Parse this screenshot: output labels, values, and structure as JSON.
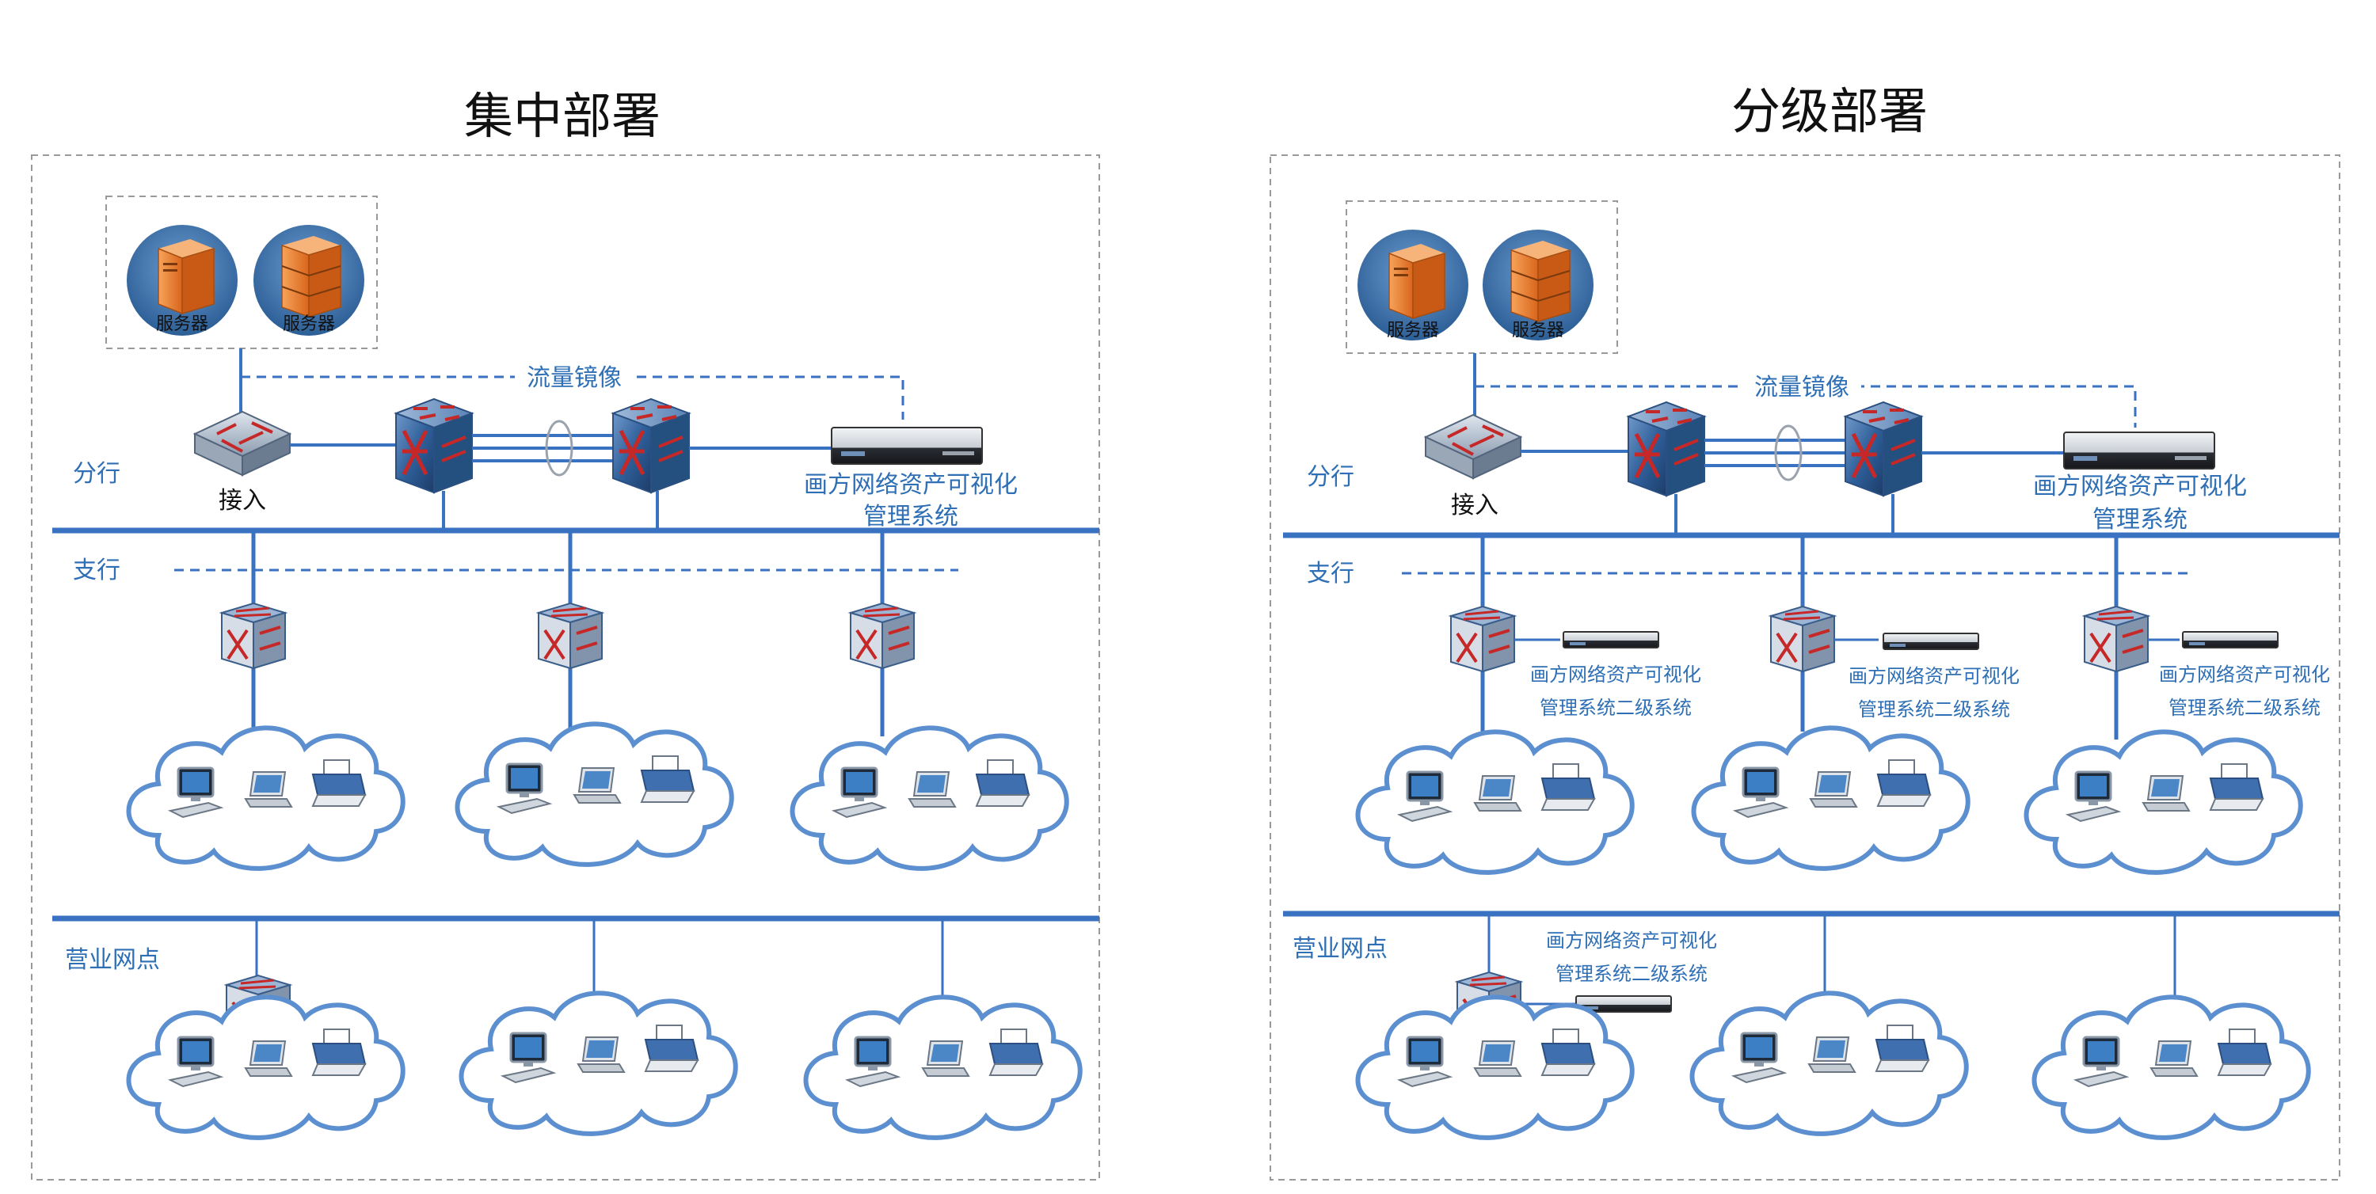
{
  "panels": [
    {
      "title": "集中部署",
      "server_label": "服务器",
      "mirror_label": "流量镜像",
      "access_label": "接入",
      "system_label_lines": [
        "画方网络资产可视化",
        "管理系统"
      ],
      "tier_labels": [
        "分行",
        "支行",
        "营业网点"
      ]
    },
    {
      "title": "分级部署",
      "server_label": "服务器",
      "mirror_label": "流量镜像",
      "access_label": "接入",
      "system_label_lines": [
        "画方网络资产可视化",
        "管理系统"
      ],
      "secondary_label_lines": [
        "画方网络资产可视化",
        "管理系统二级系统"
      ],
      "tier_labels": [
        "分行",
        "支行",
        "营业网点"
      ]
    }
  ],
  "colors": {
    "line": "#3a72c2",
    "dash_border": "#9a9a9a",
    "cloud_stroke": "#5b8fd0",
    "server_orange": "#e8792a",
    "server_circle": "#3d6fa8",
    "switch_blue": "#2c5f9e",
    "arrow_red": "#c62828"
  },
  "icons": [
    "server-icon",
    "router-icon",
    "core-switch-icon",
    "appliance-icon",
    "cloud-icon",
    "desktop-icon",
    "laptop-icon",
    "printer-icon"
  ]
}
